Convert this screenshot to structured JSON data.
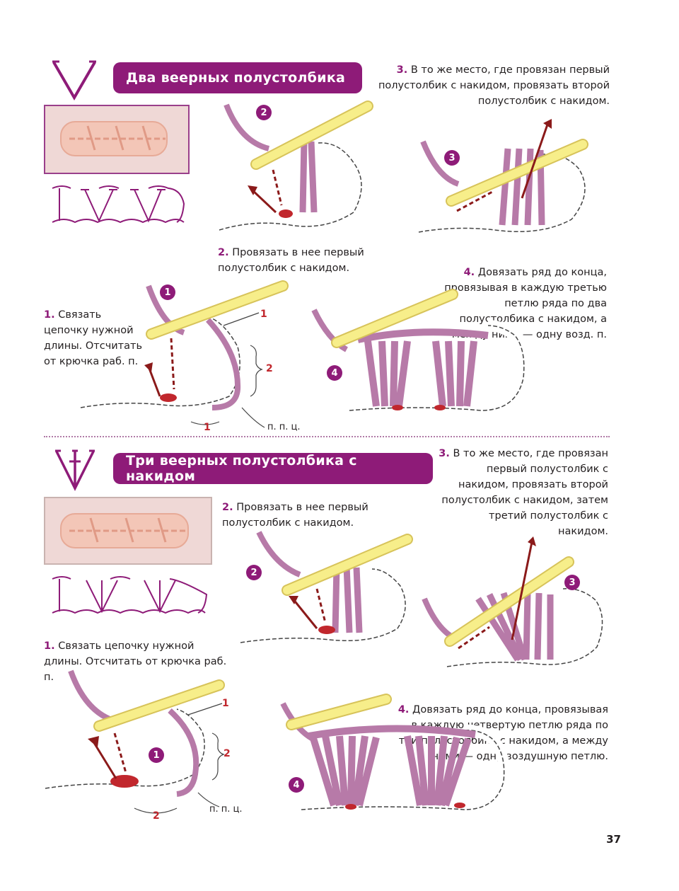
{
  "section1": {
    "title": "Два веерных полустолбика",
    "step1": {
      "num": "1.",
      "text": "Связать цепочку нужной длины. Отсчитать от крючка раб. п."
    },
    "step2": {
      "num": "2.",
      "text": "Провязать в нее первый полустолбик с накидом."
    },
    "step3": {
      "num": "3.",
      "text": "В то же место, где провязан первый полустолбик с накидом, провязать второй полустолбик с накидом."
    },
    "step4": {
      "num": "4.",
      "text": "Довязать ряд до конца, провязывая в каждую третью петлю ряда по два полустолбика с накидом, а между ними — одну возд. п."
    },
    "badges": [
      "1",
      "2",
      "3",
      "4"
    ],
    "labels": {
      "mark1a": "1",
      "mark2": "2",
      "mark1b": "1",
      "ppc": "п. п. ц."
    }
  },
  "section2": {
    "title": "Три веерных полустолбика с накидом",
    "step1": {
      "num": "1.",
      "text": "Связать цепочку нужной длины. Отсчитать от крючка раб. п."
    },
    "step2": {
      "num": "2.",
      "text": "Провязать в нее первый полустолбик с накидом."
    },
    "step3": {
      "num": "3.",
      "text": "В то же место, где провязан первый полустолбик с накидом, провязать второй полустолбик с накидом, затем третий полустолбик с накидом."
    },
    "step4": {
      "num": "4.",
      "text": "Довязать ряд до конца, провязывая в каждую четвертую петлю ряда по три полустолбика с накидом, а между ними — одну воздушную петлю."
    },
    "badges": [
      "1",
      "2",
      "3",
      "4"
    ],
    "labels": {
      "mark1": "1",
      "mark2a": "2",
      "mark2b": "2",
      "ppc": "п. п. ц."
    }
  },
  "page_number": "37",
  "colors": {
    "accent": "#8e1b78",
    "yarn": "#b77aa8",
    "hook": "#f7ee8a",
    "red": "#c1272d"
  },
  "icons": [
    "symbol-v-icon",
    "symbol-triple-v-icon",
    "crochet-hook-icon",
    "yarn-chain-icon"
  ]
}
